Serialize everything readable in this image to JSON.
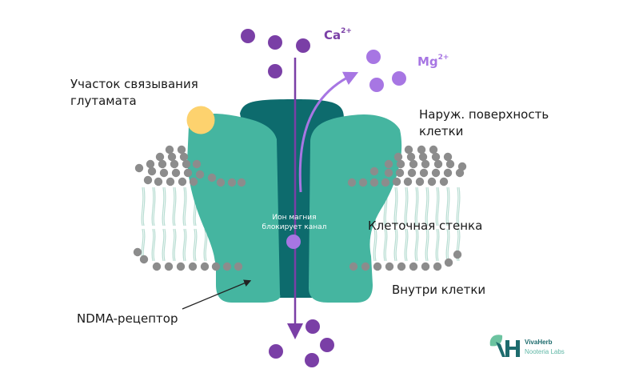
{
  "labels": {
    "glutamate_site_line1": "Участок связывания",
    "glutamate_site_line2": "глутамата",
    "outer_surface_line1": "Наруж. поверхность",
    "outer_surface_line2": "клетки",
    "cell_wall": "Клеточная стенка",
    "inside_cell": "Внутри клетки",
    "receptor": "NDMA-рецептор",
    "mg_block_line1": "Ион магния",
    "mg_block_line2": "блокирует канал"
  },
  "ions": {
    "calcium_symbol": "Ca",
    "calcium_charge": "2+",
    "magnesium_symbol": "Mg",
    "magnesium_charge": "2+"
  },
  "logo": {
    "brand": "VivaHerb",
    "sub": "Nooteria Labs"
  },
  "colors": {
    "receptor": "#45b5a0",
    "receptor_dark": "#0d6b6d",
    "calcium": "#7a3fa6",
    "magnesium": "#a776e3",
    "lipid_head": "#8c8c8c",
    "lipid_tail": "#b8ddd2",
    "glutamate": "#fdd26e"
  }
}
